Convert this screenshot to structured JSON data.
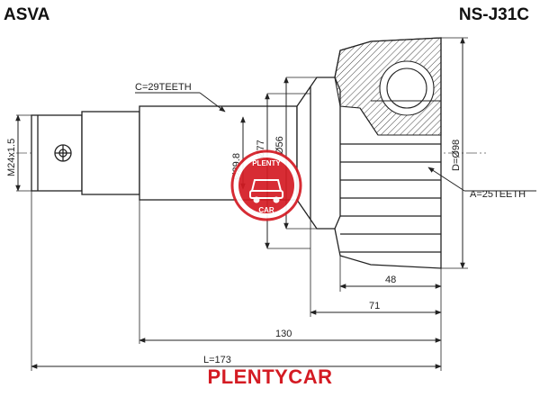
{
  "header": {
    "brand": "ASVA",
    "part_number": "NS-J31C"
  },
  "labels": {
    "shaft_spline": "C=29TEETH",
    "thread": "M24x1.5",
    "dia_shaft": "Ø29.8",
    "dia_seal": "Ø77",
    "dia_bell_inner": "Ø56",
    "dia_outer": "D=Ø98",
    "abs_ring": "A=25TEETH",
    "dim_48": "48",
    "dim_71": "71",
    "dim_130": "130",
    "dim_173": "L=173"
  },
  "watermark": {
    "top": "PLENTY",
    "bottom": "CAR",
    "color": "#d41b23"
  },
  "footer": {
    "brand": "PLENTYCAR"
  }
}
